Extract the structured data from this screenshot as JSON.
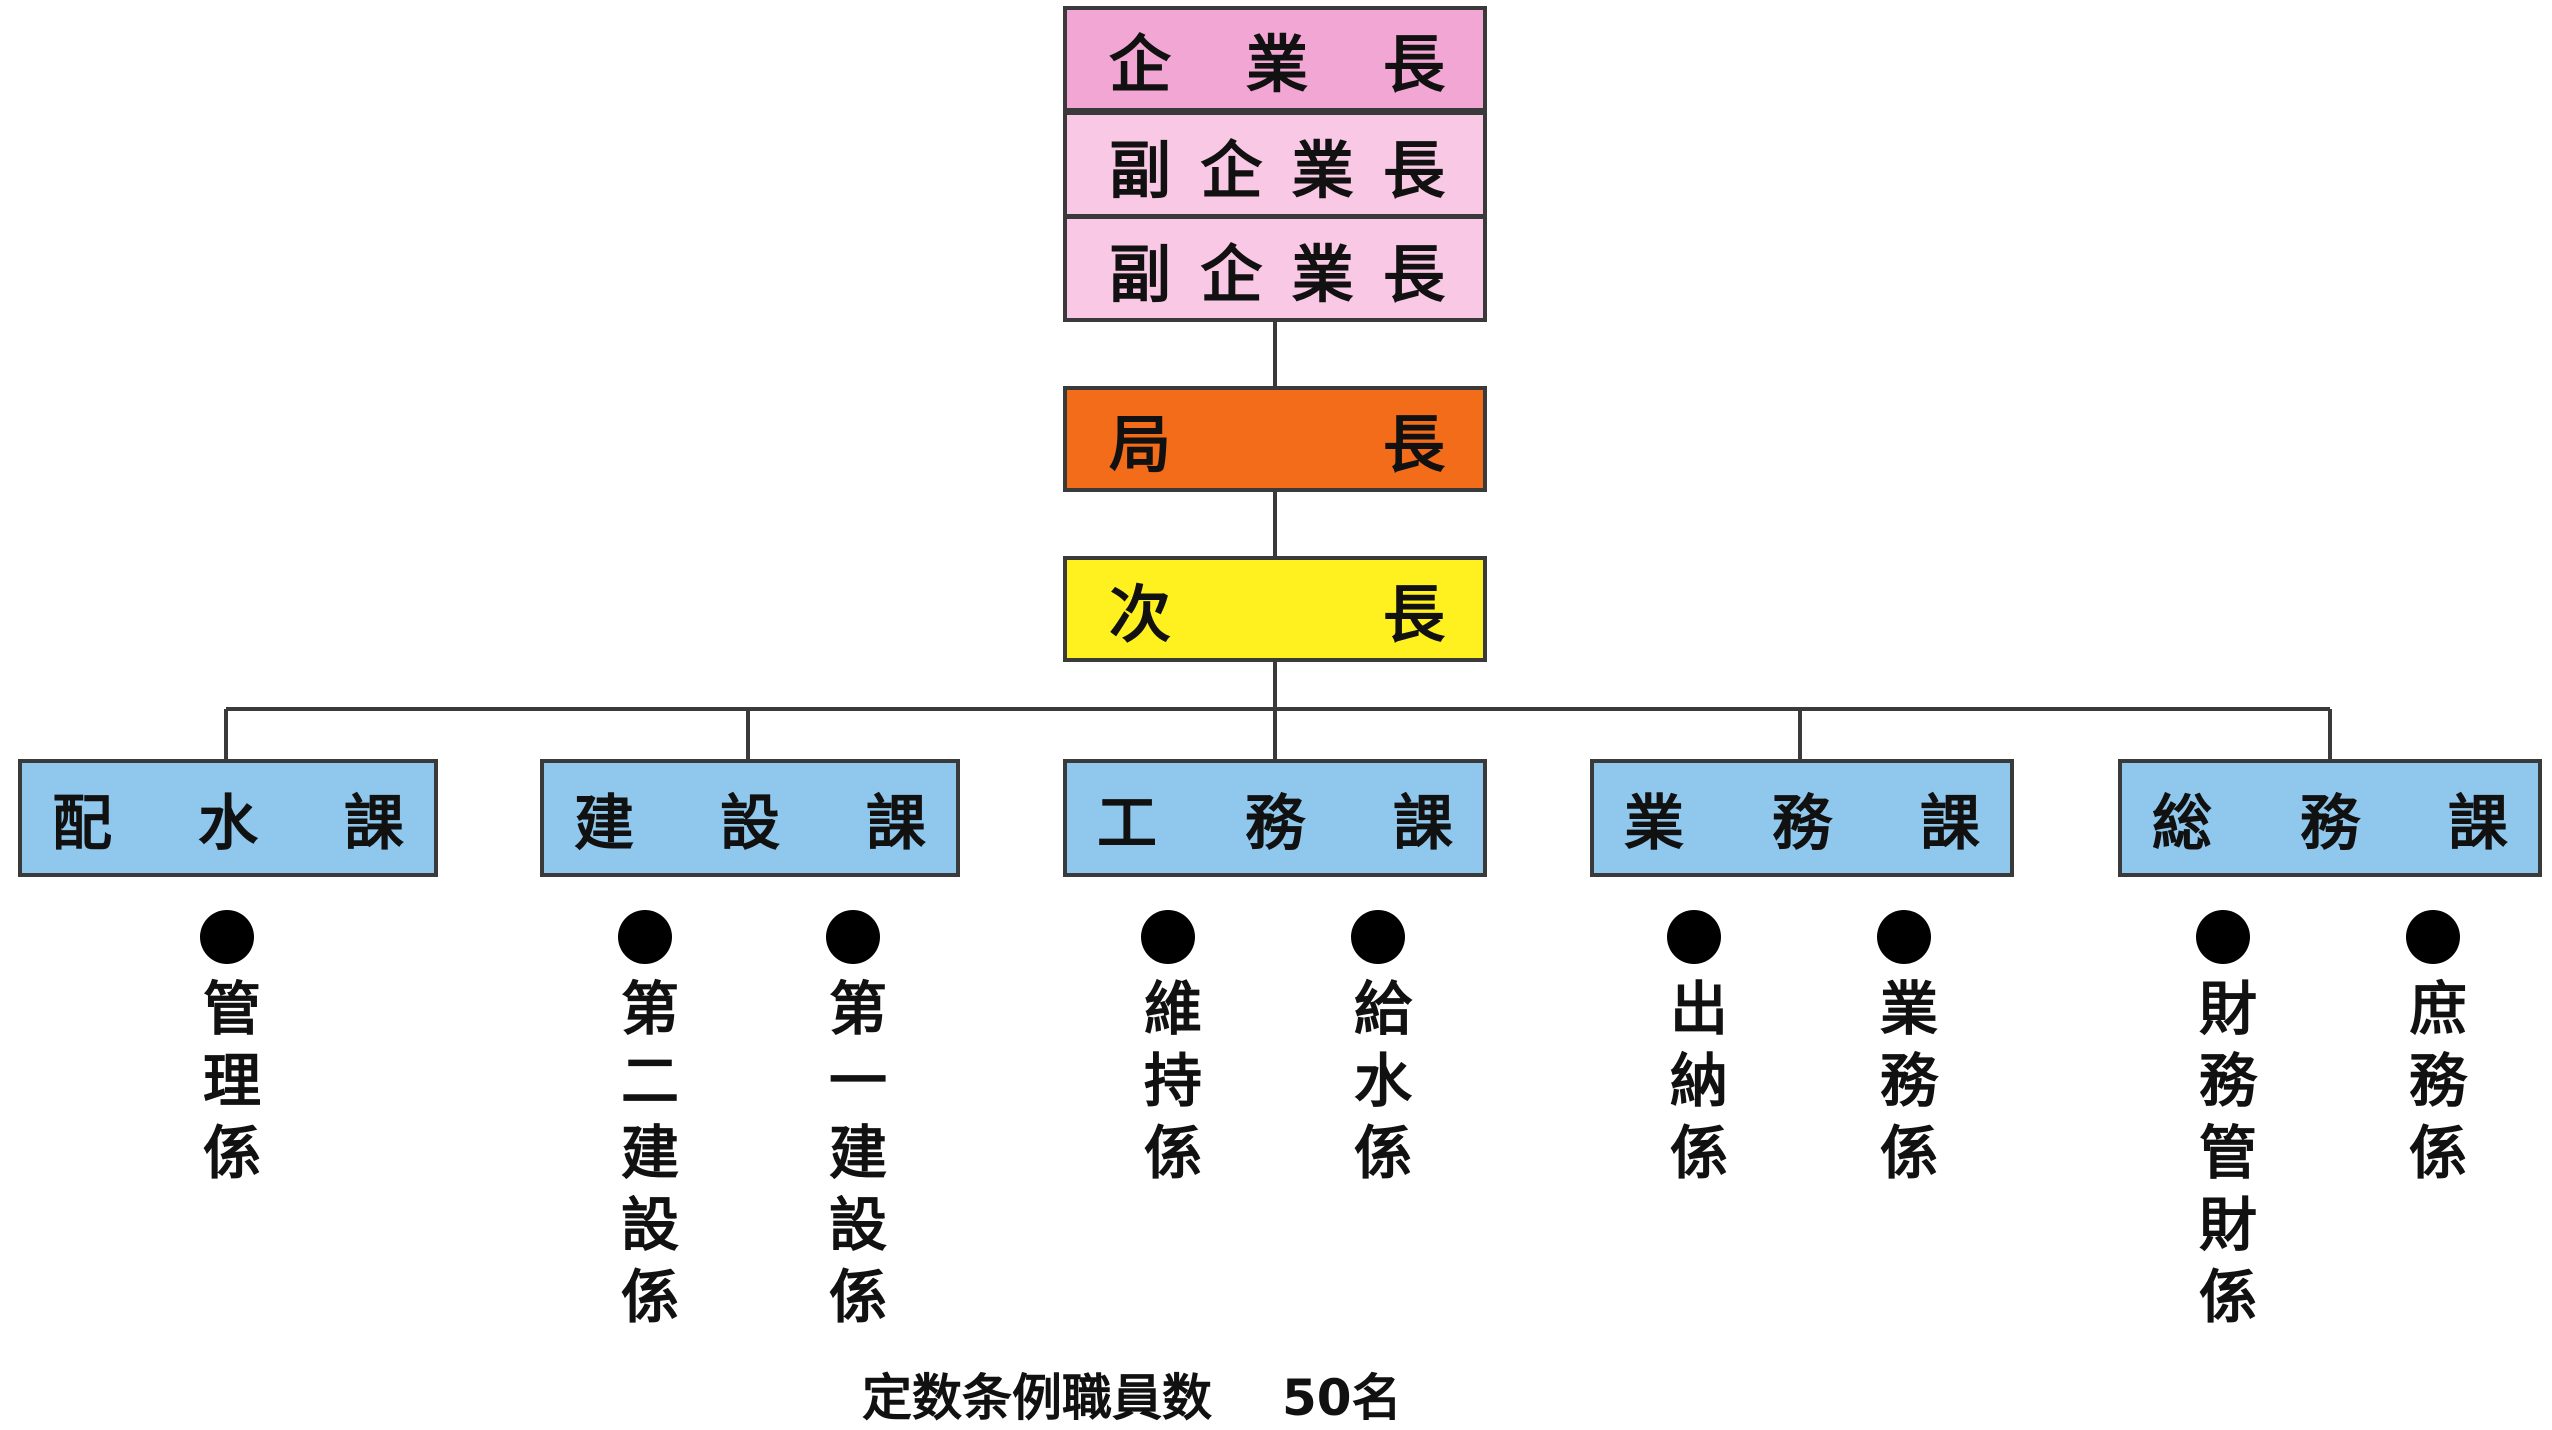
{
  "executives": {
    "kigyocho": [
      "企",
      "業",
      "長"
    ],
    "fuku1": [
      "副",
      "企",
      "業",
      "長"
    ],
    "fuku2": [
      "副",
      "企",
      "業",
      "長"
    ]
  },
  "kyokucho": [
    "局",
    "長"
  ],
  "jicho": [
    "次",
    "長"
  ],
  "departments": [
    {
      "name": [
        "配",
        "水",
        "課"
      ],
      "units": [
        "管理係"
      ]
    },
    {
      "name": [
        "建",
        "設",
        "課"
      ],
      "units": [
        "第二建設係",
        "第一建設係"
      ]
    },
    {
      "name": [
        "工",
        "務",
        "課"
      ],
      "units": [
        "維持係",
        "給水係"
      ]
    },
    {
      "name": [
        "業",
        "務",
        "課"
      ],
      "units": [
        "出納係",
        "業務係"
      ]
    },
    {
      "name": [
        "総",
        "務",
        "課"
      ],
      "units": [
        "財務管財係",
        "庶務係"
      ]
    }
  ],
  "footer": {
    "label": "定数条例職員数",
    "count": "50名"
  },
  "colors": {
    "executive_top": "#f2a6d3",
    "executive_sub": "#f8c8e4",
    "kyokucho": "#f26c1a",
    "jicho": "#fff11f",
    "department": "#8fc8ec",
    "line": "#3a3a3a"
  }
}
